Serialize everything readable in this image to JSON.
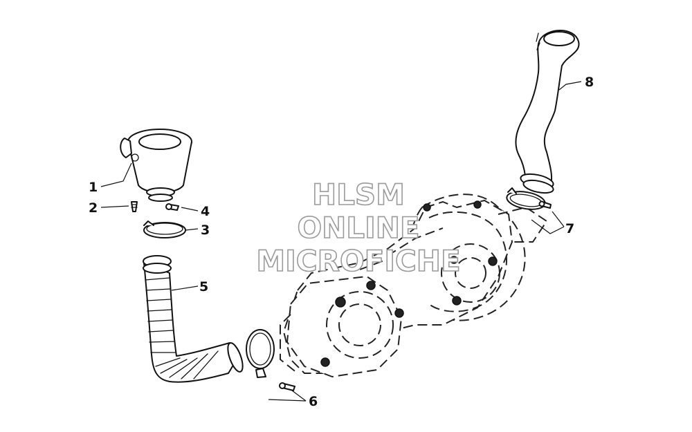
{
  "watermark": {
    "line1": "HLSM",
    "line2": "ONLINE",
    "line3": "MICROFICHE"
  },
  "callouts": {
    "c1": "1",
    "c2": "2",
    "c3": "3",
    "c4": "4",
    "c5": "5",
    "c6": "6",
    "c7": "7",
    "c8": "8"
  },
  "colors": {
    "line": "#111111",
    "watermark_outline": "#9a9a9a",
    "background": "#ffffff"
  }
}
